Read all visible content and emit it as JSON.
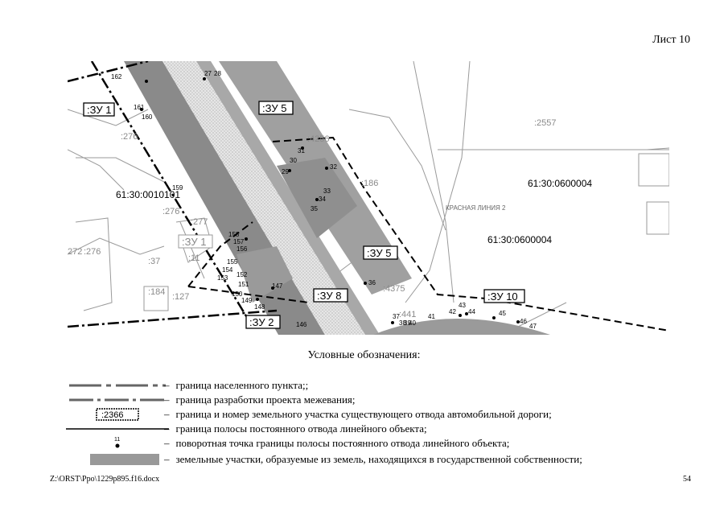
{
  "sheet": {
    "label": "Лист 10",
    "page_number": "54",
    "file_path": "Z:\\ORST\\Ppo\\1229p895.f16.docx"
  },
  "map": {
    "parcel_labels": [
      ":ЗУ 1",
      ":ЗУ 5",
      ":ЗУ 5",
      ":ЗУ 8",
      ":ЗУ 2",
      ":ЗУ 10",
      ":ЗУ 1"
    ],
    "cadastral": [
      "61:30:0010101",
      "61:30:0600004",
      "61:30:0600004"
    ],
    "plots": [
      ":2557",
      ":4256",
      ":186",
      ":276",
      ":276",
      ":277",
      ":37",
      ":11",
      ":184",
      ":127",
      ":4375",
      ":441",
      "272",
      ":276"
    ],
    "red_line_label": "КРАСНАЯ ЛИНИЯ 2",
    "points": [
      "162",
      "27",
      "28",
      "161",
      "160",
      "159",
      "158",
      "157",
      "156",
      "155",
      "154",
      "153",
      "152",
      "151",
      "150",
      "149",
      "148",
      "147",
      "146",
      "31",
      "30",
      "29",
      "32",
      "33",
      "34",
      "35",
      "36",
      "37",
      "38",
      "39",
      "40",
      "41",
      "42",
      "43",
      "44",
      "45",
      "46",
      "47"
    ]
  },
  "legend": {
    "title": "Условные обозначения:",
    "dash": "–",
    "sample_label": ":2366",
    "point_label": "11",
    "items": [
      "граница населенного пункта;;",
      "граница разработки проекта межевания;",
      "граница и номер земельного участка существующего отвода автомобильной дороги;",
      "граница полосы постоянного отвода линейного объекта;",
      "поворотная точка границы полосы постоянного отвода линейного объекта;",
      "земельные участки, образуемые из земель, находящихся в государственной собственности;"
    ]
  }
}
